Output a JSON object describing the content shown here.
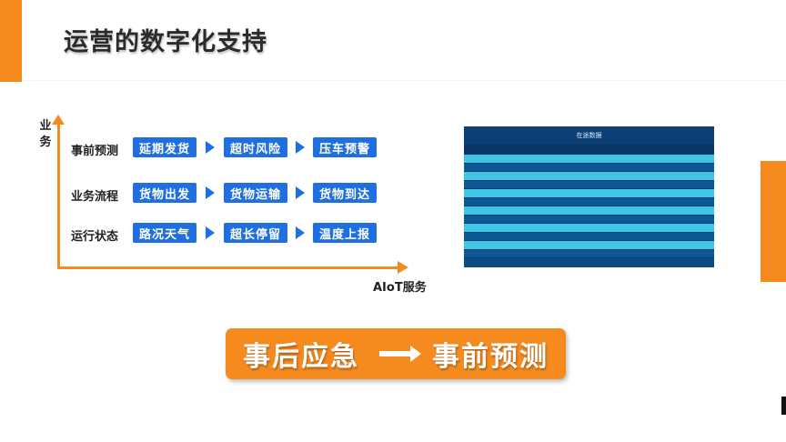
{
  "header": {
    "title": "运营的数字化支持"
  },
  "axes": {
    "y_label": "业务",
    "x_label": "AIoT服务"
  },
  "rows": [
    {
      "label": "事前预测",
      "items": [
        "延期发货",
        "超时风险",
        "压车预警"
      ]
    },
    {
      "label": "业务流程",
      "items": [
        "货物出发",
        "货物运输",
        "货物到达"
      ]
    },
    {
      "label": "运行状态",
      "items": [
        "路况天气",
        "超长停留",
        "温度上报"
      ]
    }
  ],
  "table": {
    "title": "在途数据"
  },
  "banner": {
    "from": "事后应急",
    "to": "事前预测"
  },
  "colors": {
    "accent": "#f58a1f",
    "box": "#1f6fe0",
    "panel": "#0c4b86"
  }
}
